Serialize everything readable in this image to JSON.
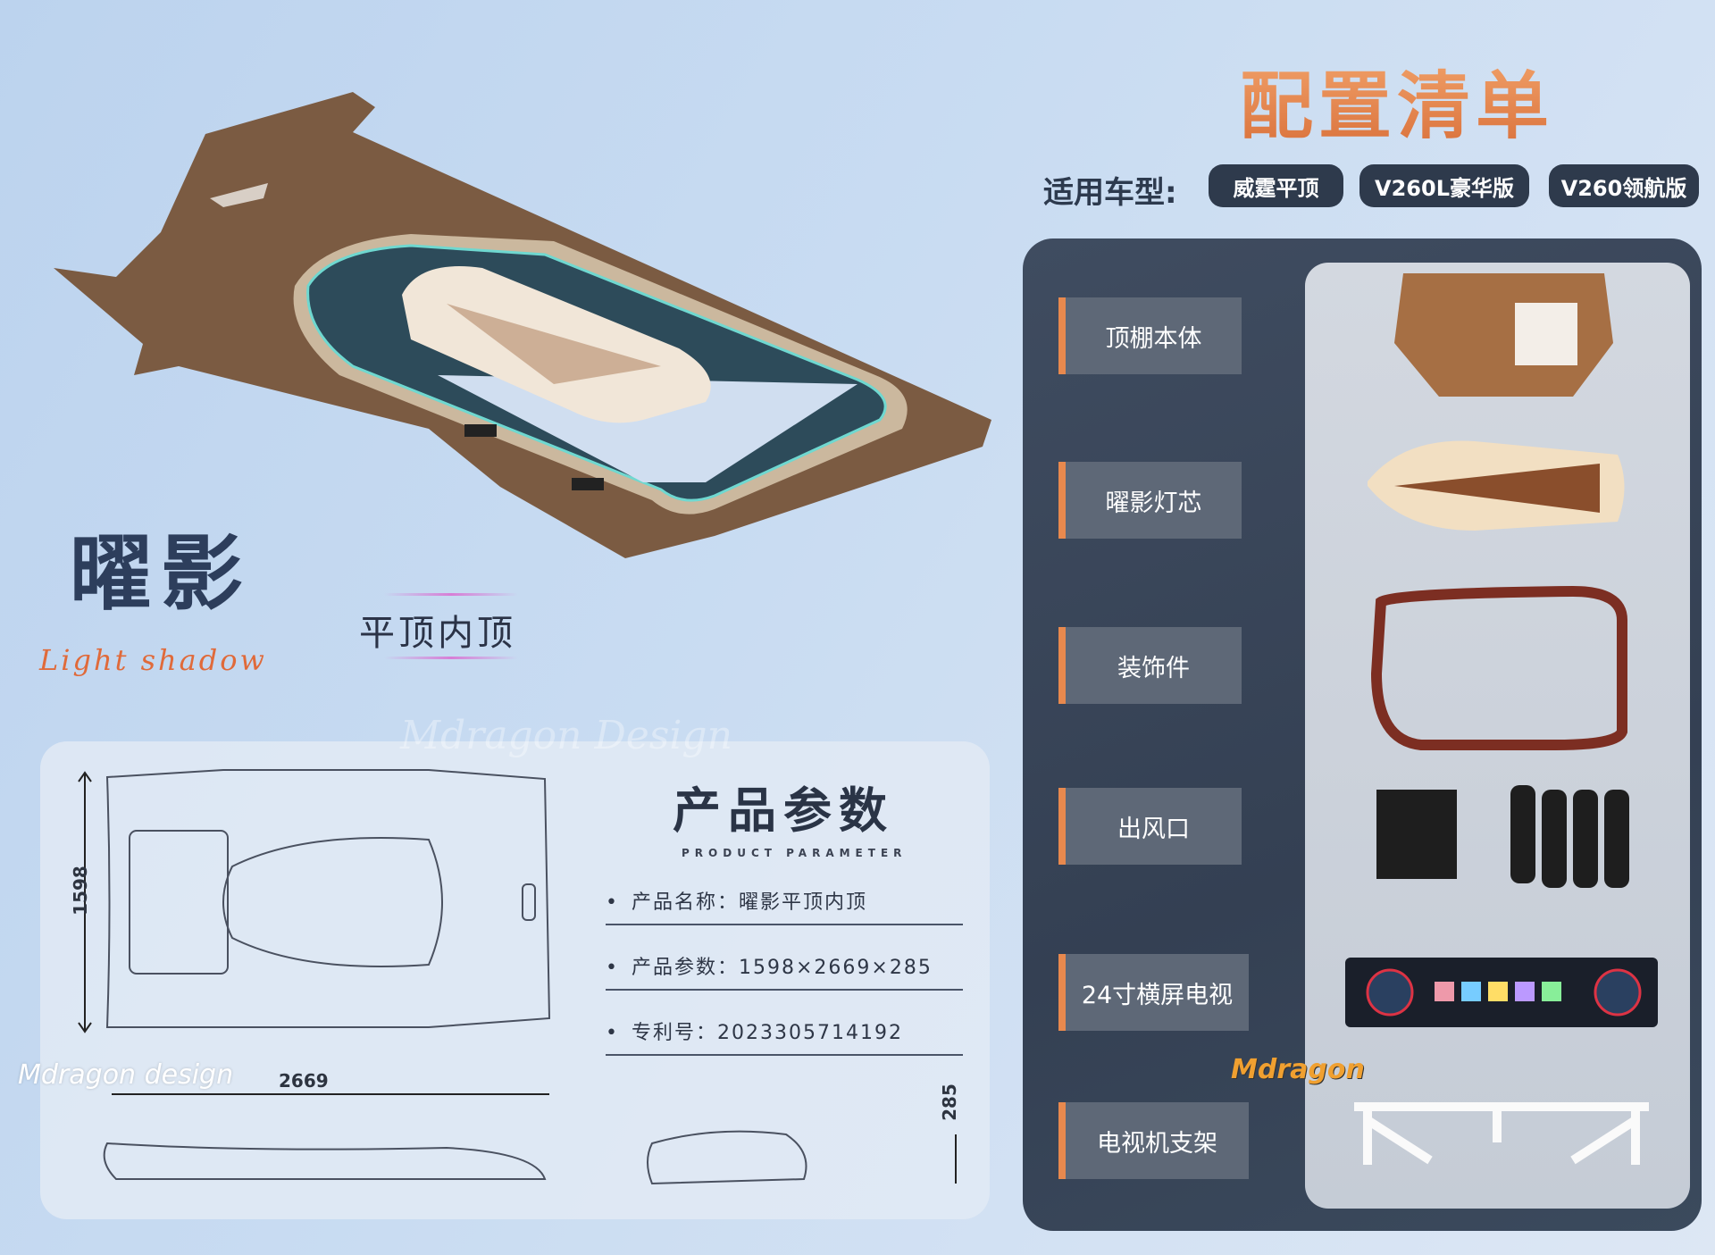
{
  "header": {
    "title": "配置清单",
    "models_label": "适用车型:",
    "models": [
      "威霆平顶",
      "V260L豪华版",
      "V260领航版"
    ]
  },
  "brand": {
    "name": "曜影",
    "script": "Light shadow",
    "subtitle": "平顶内顶"
  },
  "config_items": [
    "顶棚本体",
    "曜影灯芯",
    "装饰件",
    "出风口",
    "24寸横屏电视",
    "电视机支架"
  ],
  "params": {
    "title": "产品参数",
    "subtitle": "PRODUCT PARAMETER",
    "rows": [
      "产品名称：曜影平顶内顶",
      "产品参数：1598×2669×285",
      "专利号：2023305714192"
    ]
  },
  "dimensions": {
    "height": "1598",
    "length": "2669",
    "depth": "285"
  },
  "watermarks": {
    "bottom": "Mdragon design",
    "center": "Mdragon Design",
    "logo": "Mdragon"
  }
}
